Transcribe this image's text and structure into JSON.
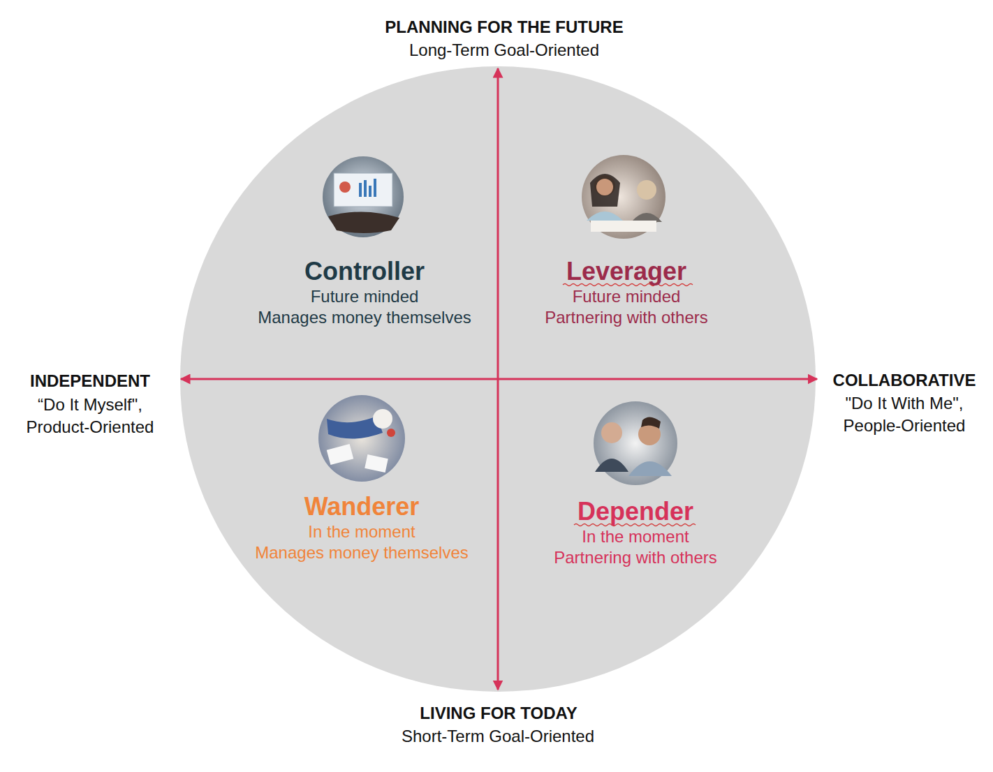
{
  "diagram": {
    "nodes": [
      {
        "text": [
          "Controller",
          "Future minded",
          "Manages money themselves"
        ]
      },
      {
        "text": [
          "Leverager",
          "Future minded",
          "Partnering with others"
        ]
      },
      {
        "text": [
          "Wanderer",
          "In the moment",
          "Manages money themselves"
        ]
      },
      {
        "text": [
          "Depender",
          "In the moment",
          "Partnering with others"
        ]
      }
    ],
    "labels": [
      "PLANNING FOR THE FUTURE",
      "Long-Term Goal-Oriented",
      "INDEPENDENT",
      "“Do It Myself\", Product-Oriented",
      "COLLABORATIVE",
      "\"Do It With Me\", People-Oriented",
      "LIVING FOR TODAY",
      "Short-Term Goal-Oriented"
    ]
  }
}
